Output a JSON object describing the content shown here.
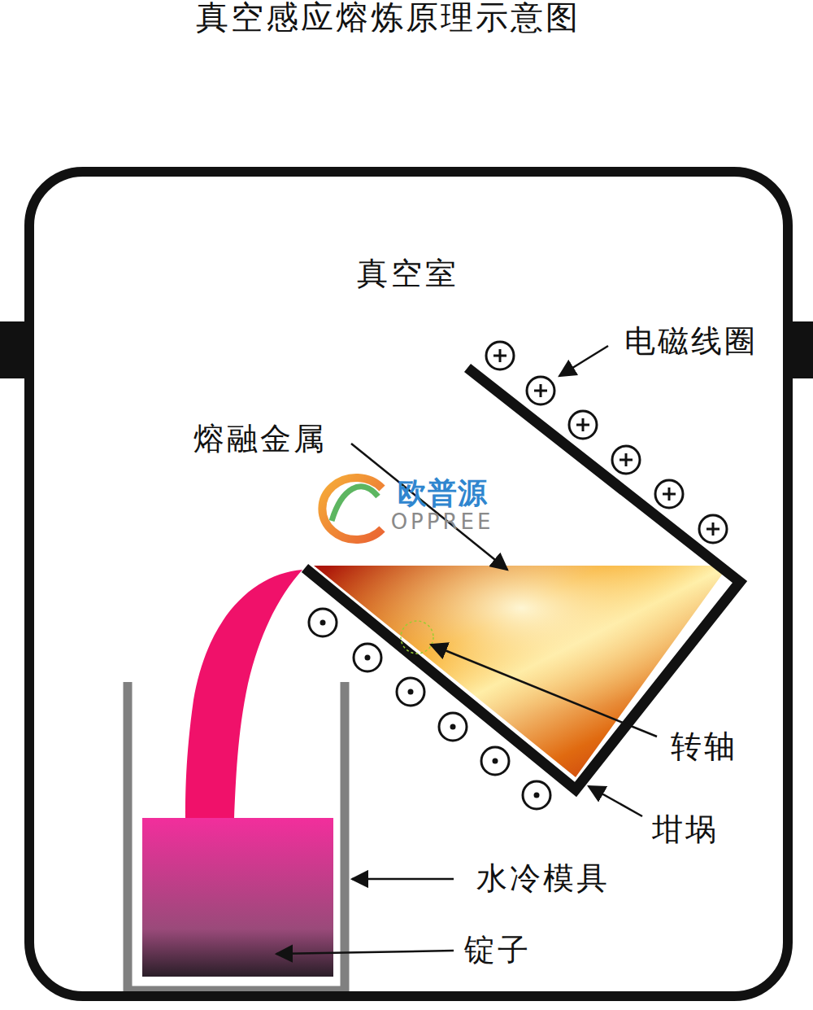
{
  "diagram": {
    "title": "真空感应熔炼原理示意图",
    "nodes": [
      {
        "text": [
          "真空室"
        ]
      }
    ],
    "labels": [
      "电磁线圈",
      "熔融金属",
      "转轴",
      "坩埚",
      "水冷模具",
      "锭子",
      "欧普源",
      "OPPREE"
    ]
  }
}
